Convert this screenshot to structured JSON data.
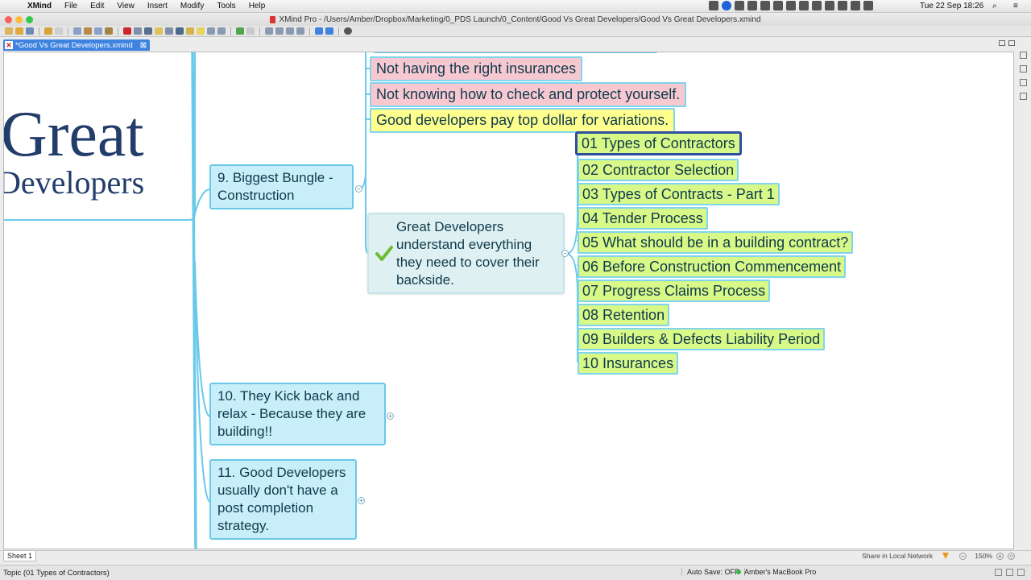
{
  "menubar": {
    "app_name": "XMind",
    "items": [
      "File",
      "Edit",
      "View",
      "Insert",
      "Modify",
      "Tools",
      "Help"
    ],
    "datetime": "Tue 22 Sep  18:26"
  },
  "window": {
    "title": "XMind Pro - /Users/Amber/Dropbox/Marketing/0_PDS Launch/0_Content/Good Vs Great Developers/Good Vs Great Developers.xmind"
  },
  "tab": {
    "label": "*Good Vs Great Developers.xmind"
  },
  "map": {
    "central_line1": "Great",
    "central_line2": "Developers",
    "main_topics": [
      {
        "label": "9. Biggest Bungle - Construction"
      },
      {
        "label": "10. They Kick back and relax - Because they are building!!"
      },
      {
        "label": "11. Good Developers usually don't have a post completion strategy."
      }
    ],
    "subtopics_top": [
      {
        "label": "Not having the right insurances",
        "color": "#f7c8d0"
      },
      {
        "label": "Not knowing how to check and protect yourself.",
        "color": "#f7c8d0"
      },
      {
        "label": "Good developers pay top dollar for variations.",
        "color": "#feff8c"
      }
    ],
    "great_topic": {
      "label": "Great Developers understand everything they need to cover their backside.",
      "icon": "check-icon"
    },
    "contract_topics": [
      "01 Types of Contractors",
      "02 Contractor Selection",
      "03 Types of Contracts - Part 1",
      "04 Tender Process",
      "05 What should be in a building contract?",
      "06 Before Construction Commencement",
      "07 Progress Claims Process",
      "08 Retention",
      "09 Builders & Defects Liability Period",
      "10 Insurances"
    ],
    "selected_index": 0
  },
  "sheet": {
    "tab_label": "Sheet 1",
    "share_label": "Share in Local Network",
    "zoom": "150%"
  },
  "status": {
    "text": "Topic (01 Types of Contractors)",
    "autosave": "Auto Save: OFF",
    "device": "Amber's MacBook Pro"
  },
  "colors": {
    "accent": "#3f83e0",
    "branch_line": "#69c9ea",
    "selection": "#2d4ea1",
    "topic_green": "#d8f887"
  }
}
